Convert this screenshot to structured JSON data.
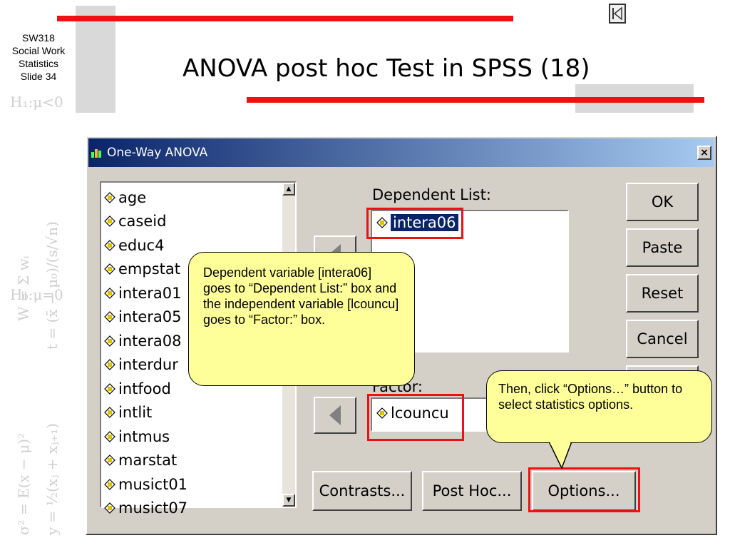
{
  "slide": {
    "course": "SW318",
    "subject_line1": "Social Work",
    "subject_line2": "Statistics",
    "slide_number": "Slide 34",
    "title": "ANOVA post hoc Test in SPSS (18)"
  },
  "dialog": {
    "title": "One-Way ANOVA",
    "close_label": "×",
    "variables": [
      "age",
      "caseid",
      "educ4",
      "empstat",
      "intera01",
      "intera05",
      "intera08",
      "interdur",
      "intfood",
      "intlit",
      "intmus",
      "marstat",
      "musict01",
      "musict07"
    ],
    "dependent_list_label": "Dependent List:",
    "dependent_item": "intera06",
    "factor_label": "Factor:",
    "factor_item": "lcouncu",
    "buttons": {
      "ok": "OK",
      "paste": "Paste",
      "reset": "Reset",
      "cancel": "Cancel",
      "contrasts": "Contrasts...",
      "post_hoc": "Post Hoc...",
      "options": "Options..."
    }
  },
  "callouts": {
    "left": "Dependent variable [intera06] goes to “Dependent List:” box and the independent variable [lcouncu] goes to “Factor:” box.",
    "right": "Then, click “Options…” button to select statistics options."
  },
  "colors": {
    "accent_red": "#ee1111",
    "callout_fill": "#ffff99",
    "dialog_gray": "#d4d0c8",
    "title_blue": "#0a246a"
  }
}
